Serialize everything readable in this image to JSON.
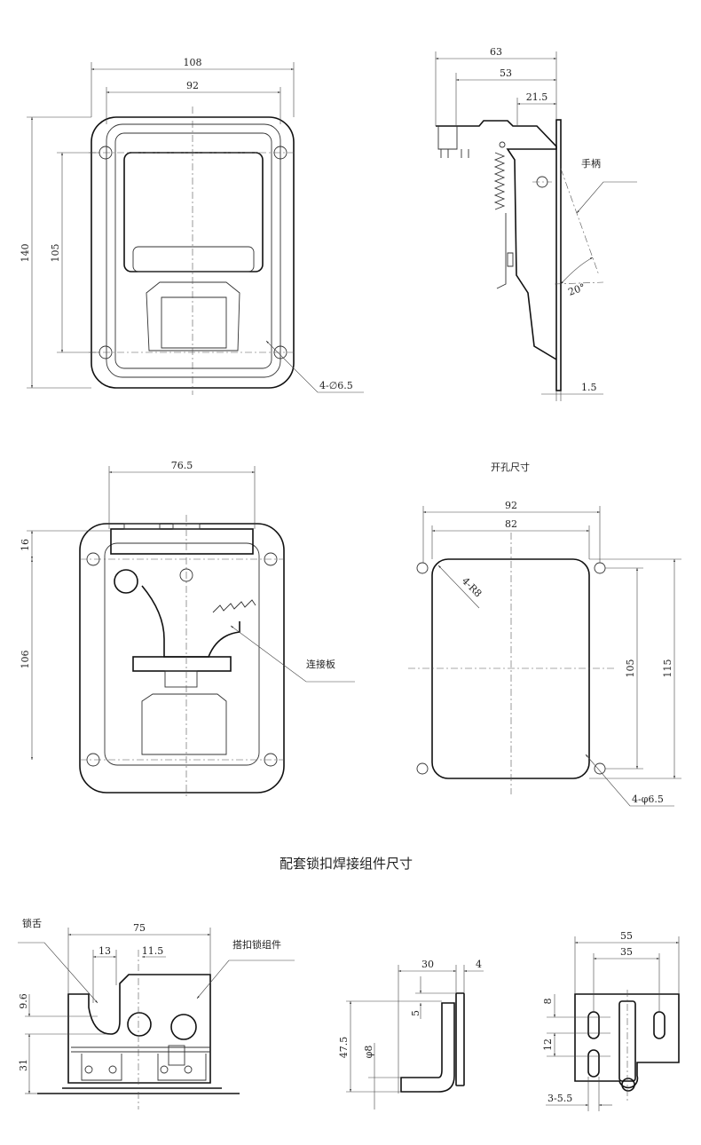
{
  "drawing": {
    "front_view": {
      "width_outer": "108",
      "width_inner": "92",
      "height_outer": "140",
      "height_holes": "105",
      "holes": "4-∅6.5"
    },
    "side_view": {
      "d63": "63",
      "d53": "53",
      "d21_5": "21.5",
      "handle_label": "手柄",
      "angle": "20°",
      "thickness": "1.5"
    },
    "back_view": {
      "d76_5": "76.5",
      "d16": "16",
      "d106": "106",
      "plate_label": "连接板"
    },
    "cutout_view": {
      "title": "开孔尺寸",
      "w92": "92",
      "w82": "82",
      "radius": "4-R8",
      "h105": "105",
      "h115": "115",
      "holes": "4-φ6.5"
    },
    "section_title": "配套锁扣焊接组件尺寸",
    "latch_view": {
      "tongue_label": "锁舌",
      "d75": "75",
      "d13": "13",
      "d11_5": "11.5",
      "assembly_label": "搭扣锁组件",
      "d9_6": "9.6",
      "d31": "31"
    },
    "hook_side_view": {
      "d30": "30",
      "d4": "4",
      "d5": "5",
      "d47_5": "47.5",
      "dia8": "φ8"
    },
    "hook_front_view": {
      "d55": "55",
      "d35": "35",
      "d8": "8",
      "d12": "12",
      "slots": "3-5.5"
    }
  }
}
